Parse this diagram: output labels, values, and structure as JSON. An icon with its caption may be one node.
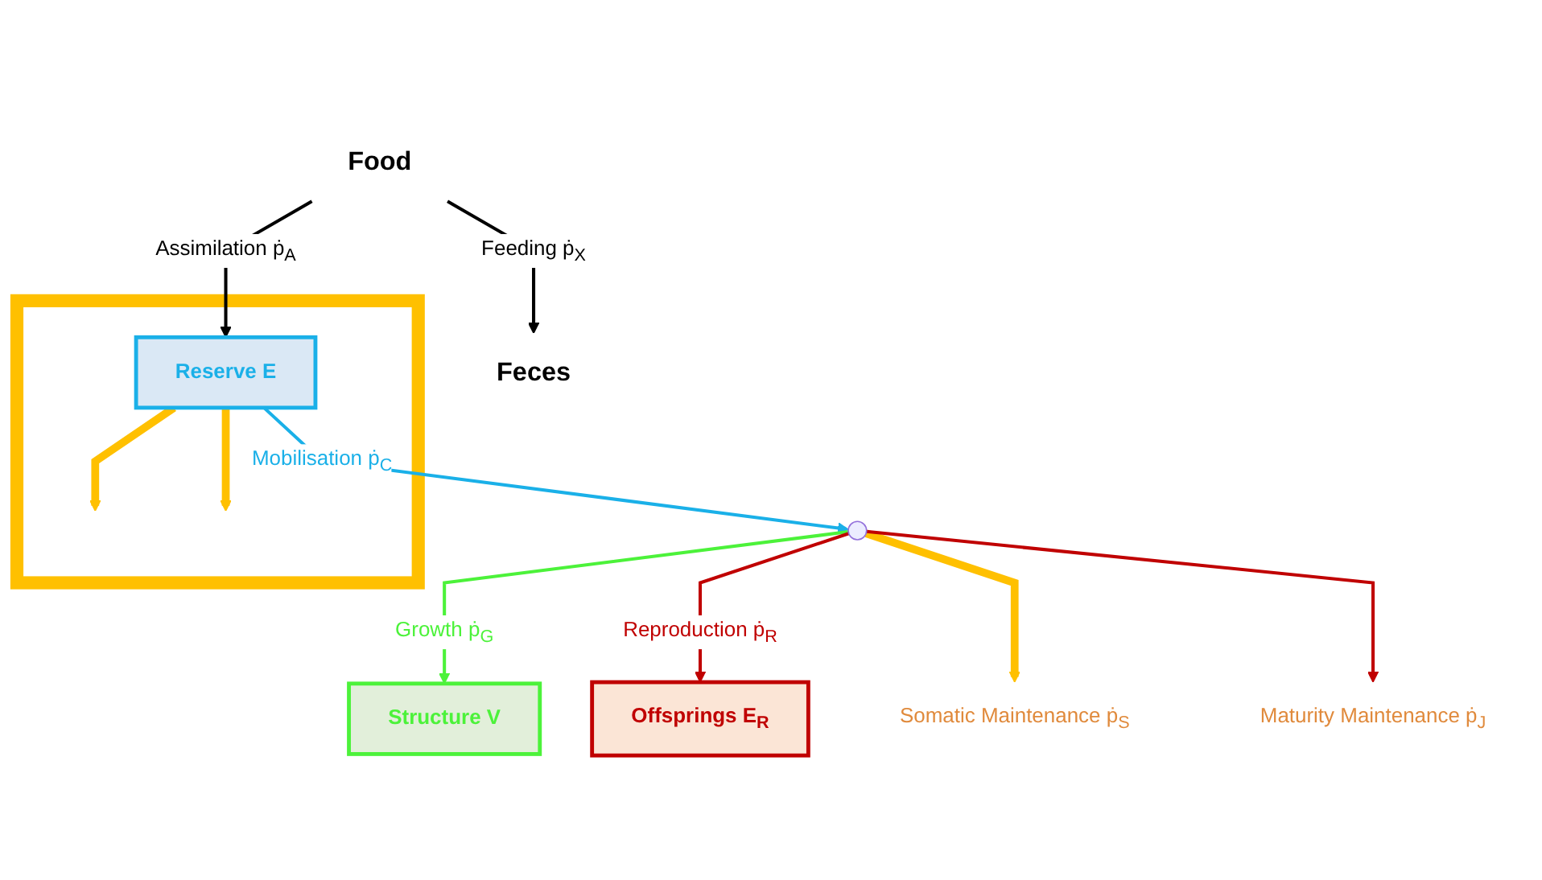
{
  "diagram": {
    "nodes": [
      {
        "text": [
          "Food"
        ]
      },
      {
        "text": [
          "Feces"
        ]
      },
      {
        "text": [],
        "shape": "box"
      },
      {
        "text": [
          "Reserve E"
        ],
        "in": 2
      },
      {
        "text": [],
        "shape": "circle"
      },
      {
        "text": [
          "Somatic Maintenance ṗ$_{S}$"
        ]
      },
      {
        "text": [
          "Maturity Maintenance ṗ$_{J}$"
        ]
      },
      {
        "text": [
          "Structure V"
        ]
      },
      {
        "text": [
          "Offsprings E$_{R}$"
        ]
      }
    ],
    "edges": [
      {
        "from": 0,
        "to": 1,
        "arrow": "to",
        "label": "Feeding ṗ$_{X}$",
        "color": "#000000"
      },
      {
        "from": 0,
        "to": 3,
        "arrow": "to",
        "label": "Assimilation ṗ$_{A}$",
        "color": "#000000"
      },
      {
        "from": 3,
        "to": null,
        "arrow": "to",
        "style": "thick",
        "color": "#ffc000"
      },
      {
        "from": 3,
        "to": null,
        "arrow": "to",
        "style": "thick",
        "color": "#ffc000"
      },
      {
        "from": 3,
        "to": 4,
        "arrow": "to",
        "label": "Mobilisation ṗ$_{C}$",
        "color": "#1ab0e8"
      },
      {
        "from": 4,
        "to": 7,
        "arrow": "to",
        "label": "Growth ṗ$_{G}$",
        "color": "#4cf23a"
      },
      {
        "from": 4,
        "to": 8,
        "arrow": "to",
        "label": "Reproduction ṗ$_{R}$",
        "color": "#c00000"
      },
      {
        "from": 4,
        "to": 5,
        "arrow": "to",
        "style": "thick",
        "color": "#ffc000"
      },
      {
        "from": 4,
        "to": 6,
        "arrow": "to",
        "color": "#c00000"
      }
    ]
  }
}
